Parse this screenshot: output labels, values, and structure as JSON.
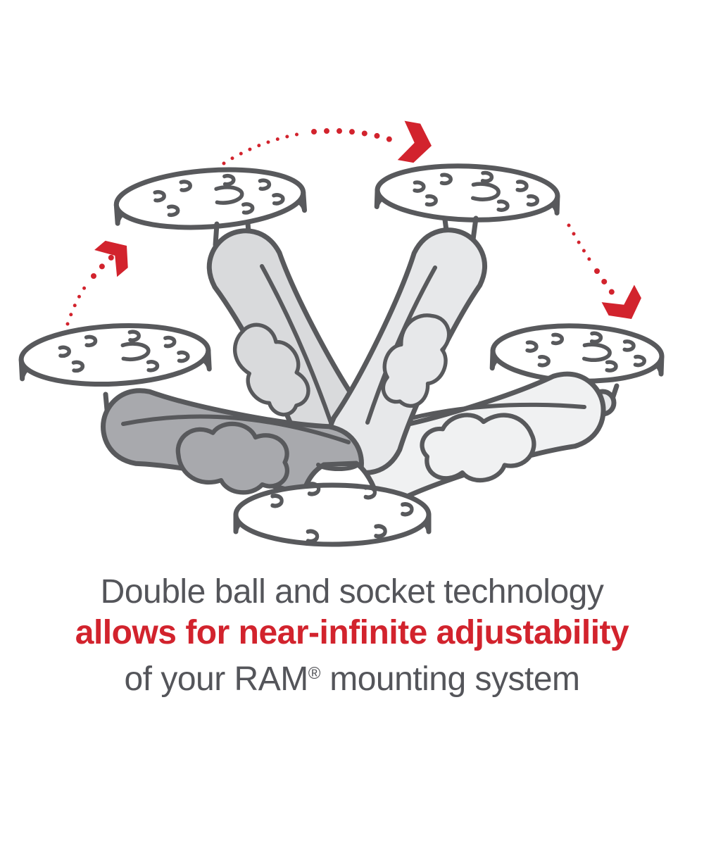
{
  "colors": {
    "background": "#ffffff",
    "accent_red": "#d2232d",
    "outline": "#58595c",
    "text_gray": "#54555a",
    "fill_white": "#ffffff",
    "fill_lighter": "#f0f1f2",
    "fill_light": "#e7e8ea",
    "fill_midlight": "#d9dadc",
    "fill_mid": "#a8a9ad"
  },
  "caption": {
    "line1": "Double ball and socket technology",
    "line2": "allows for near-infinite adjustability",
    "line3_prefix": "of your RAM",
    "line3_trademark": "®",
    "line3_suffix": " mounting system"
  },
  "illustration": {
    "name": "ram-double-socket-arm-adjustability-diagram",
    "parts": [
      "round-ball-plate-top-left",
      "round-ball-plate-top-right",
      "round-ball-plate-left",
      "round-ball-plate-right",
      "round-base-plate-bottom",
      "double-socket-arm-upper-left-position",
      "double-socket-arm-upper-right-position",
      "double-socket-arm-left-position",
      "double-socket-arm-right-position"
    ],
    "arrows": [
      {
        "name": "motion-arrow-left-icon",
        "direction": "up-right"
      },
      {
        "name": "motion-arrow-top-icon",
        "direction": "left-to-right"
      },
      {
        "name": "motion-arrow-right-icon",
        "direction": "down-right"
      }
    ]
  }
}
